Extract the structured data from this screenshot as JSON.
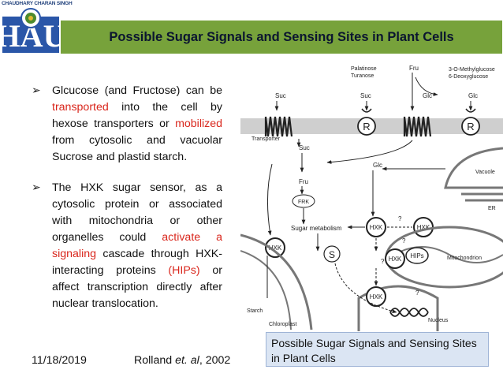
{
  "logo": {
    "text": "CHAUDHARY CHARAN SINGH",
    "letters": "HAU"
  },
  "title": "Possible Sugar Signals and Sensing Sites in Plant Cells",
  "bullets": [
    {
      "marker": "➢",
      "parts": [
        {
          "text": "Glcucose (and Fructose) can be ",
          "color": "normal"
        },
        {
          "text": "transported",
          "color": "red"
        },
        {
          "text": " into the cell by hexose transporters or ",
          "color": "normal"
        },
        {
          "text": "mobilized",
          "color": "red"
        },
        {
          "text": " from cytosolic and vacuolar Sucrose and plastid starch.",
          "color": "normal"
        }
      ]
    },
    {
      "marker": "➢",
      "parts": [
        {
          "text": "The HXK sugar sensor, as a cytosolic protein or associated with mitochondria or other organelles could ",
          "color": "normal"
        },
        {
          "text": "activate a signaling",
          "color": "red"
        },
        {
          "text": " cascade through HXK-interacting proteins ",
          "color": "normal"
        },
        {
          "text": "(HIPs)",
          "color": "red"
        },
        {
          "text": " or affect transcription directly after nuclear translocation.",
          "color": "normal"
        }
      ]
    }
  ],
  "footer": {
    "date": "11/18/2019",
    "citation_author": "Rolland ",
    "citation_etal": "et. al",
    "citation_year": ", 2002"
  },
  "caption": "Possible Sugar Signals and Sensing Sites in Plant Cells",
  "diagram": {
    "labels": {
      "palatinose": "Palatinose",
      "turanose": "Turanose",
      "fru_top": "Fru",
      "methylglucose": "3-O-Methylglucose",
      "deoxyglucose": "6-Deoxyglucose",
      "suc_left": "Suc",
      "suc_mid": "Suc",
      "glc_mid": "Glc",
      "glc_right": "Glc",
      "r1": "R",
      "r2": "R",
      "transporter": "Transporter",
      "suc_inner": "Suc",
      "glc_inner": "Glc",
      "vacuole": "Vacuole",
      "fru_inner": "Fru",
      "frk": "FRK",
      "er": "ER",
      "sugar_metabolism": "Sugar metabolism",
      "hxk_center": "HXK",
      "hxk_right": "HXK",
      "hxk_left": "HXK",
      "s": "S",
      "hxk_mito": "HXK",
      "hips": "HIPs",
      "mitochondrion": "Mitochondrion",
      "hxk_nucleus": "HXK",
      "starch": "Starch",
      "chloroplast": "Chloroplast",
      "nucleus": "Nucleus",
      "q": "?"
    }
  },
  "colors": {
    "title_bar": "#77a23b",
    "red_text": "#d9261c",
    "caption_bg": "#dbe5f3"
  }
}
